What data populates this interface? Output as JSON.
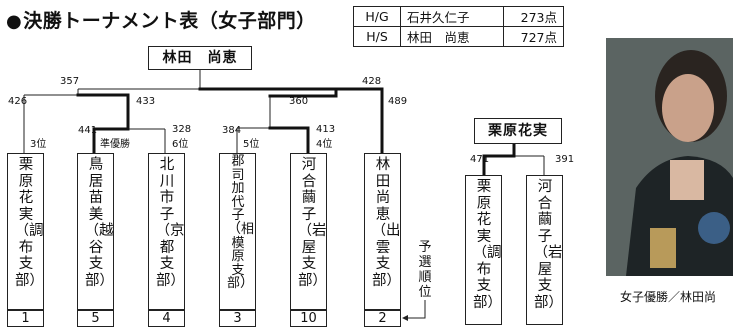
{
  "title": "決勝トーナメント表（女子部門）",
  "high_scores": [
    {
      "label": "H/G",
      "name": "石井久仁子",
      "score": "273点"
    },
    {
      "label": "H/S",
      "name": "林田　尚恵",
      "score": "727点"
    }
  ],
  "main_bracket": {
    "champion": "林田　尚恵",
    "players": [
      {
        "name": "栗原花実",
        "branch": "調布支部",
        "seed": "1"
      },
      {
        "name": "鳥居苗美",
        "branch": "越谷支部",
        "seed": "5"
      },
      {
        "name": "北川市子",
        "branch": "京都支部",
        "seed": "4"
      },
      {
        "name": "郡司加代子",
        "branch": "相模原支部",
        "seed": "3"
      },
      {
        "name": "河合繭子",
        "branch": "岩屋支部",
        "seed": "10"
      },
      {
        "name": "林田尚恵",
        "branch": "出雲支部",
        "seed": "2"
      }
    ],
    "scores": {
      "r1a": "441",
      "r1b": "328",
      "r1c": "384",
      "r1d": "413",
      "p1": "426",
      "p2": "433",
      "p3": "360",
      "p4": "489",
      "f1": "357",
      "f2": "428"
    },
    "places": {
      "p1": "3位",
      "p2": "準優勝",
      "p3": "6位",
      "p4": "5位",
      "p5": "4位"
    },
    "seed_label": "予選順位"
  },
  "third_place": {
    "winner": "栗原花実",
    "players": [
      {
        "name": "栗原花実",
        "branch": "調布支部"
      },
      {
        "name": "河合繭子",
        "branch": "岩屋支部"
      }
    ],
    "scores": {
      "left": "471",
      "right": "391"
    }
  },
  "photo": {
    "caption": "女子優勝／林田尚"
  },
  "colors": {
    "line": "#222222",
    "thick_line": "#111111"
  }
}
